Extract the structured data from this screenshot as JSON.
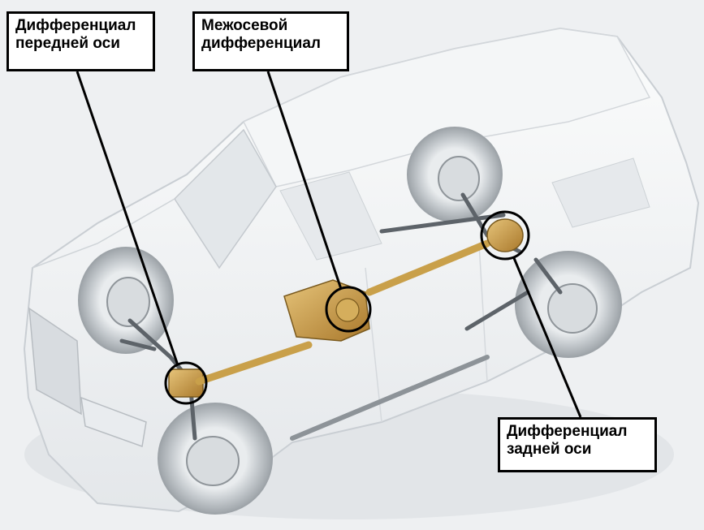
{
  "labels": {
    "front_axle_differential": {
      "line1": "Дифференциал",
      "line2": "передней оси"
    },
    "center_differential": {
      "line1": "Межосевой",
      "line2": "дифференциал"
    },
    "rear_axle_differential": {
      "line1": "Дифференциал",
      "line2": "задней оси"
    }
  },
  "colors": {
    "background": "#eef0f2",
    "car_body": "#f7f8f9",
    "car_outline": "#c9ced3",
    "glass": "#dfe3e7",
    "tire": "#b9bec3",
    "drivetrain": "#c9a04a",
    "suspension": "#5d6369",
    "callout": "#000000"
  }
}
